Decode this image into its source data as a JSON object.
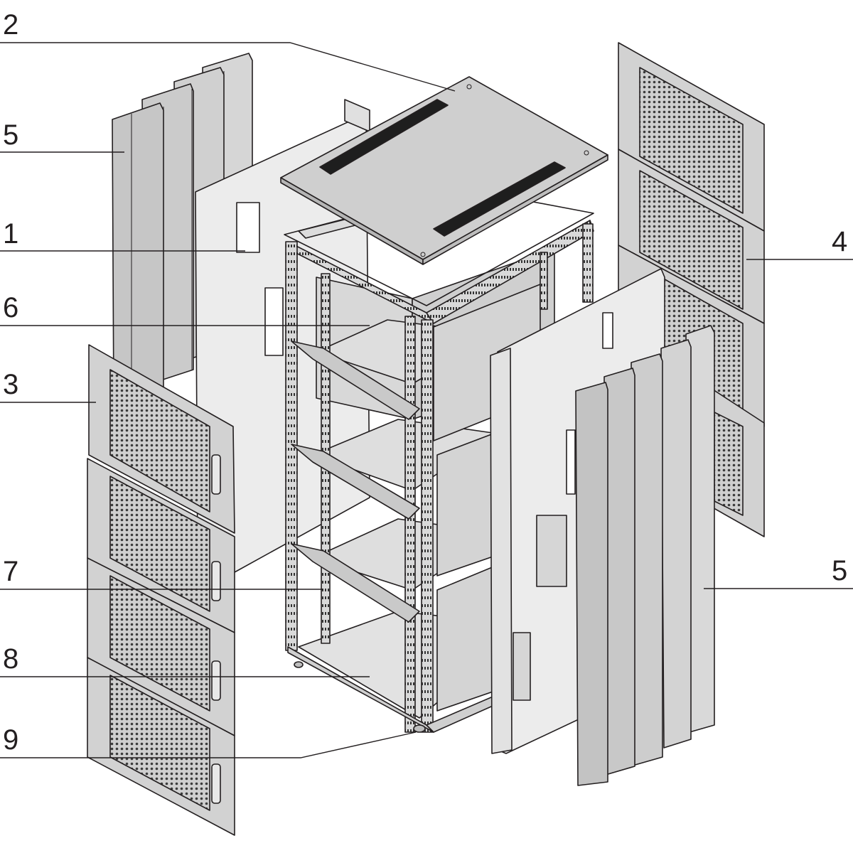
{
  "callouts": [
    {
      "id": "top-cover",
      "number": "2"
    },
    {
      "id": "side-panel-left",
      "number": "5"
    },
    {
      "id": "rear-panel",
      "number": "1"
    },
    {
      "id": "frame",
      "number": "6"
    },
    {
      "id": "front-doors",
      "number": "3"
    },
    {
      "id": "rear-doors",
      "number": "4"
    },
    {
      "id": "side-panel-right",
      "number": "5"
    },
    {
      "id": "mounting-rail",
      "number": "7"
    },
    {
      "id": "base-plate",
      "number": "8"
    },
    {
      "id": "feet",
      "number": "9"
    }
  ],
  "colors": {
    "outline": "#231f20",
    "panel_light": "#e6e6e6",
    "panel_mid": "#cfcfcf",
    "panel_dark": "#b8b8b8",
    "background": "#ffffff"
  }
}
